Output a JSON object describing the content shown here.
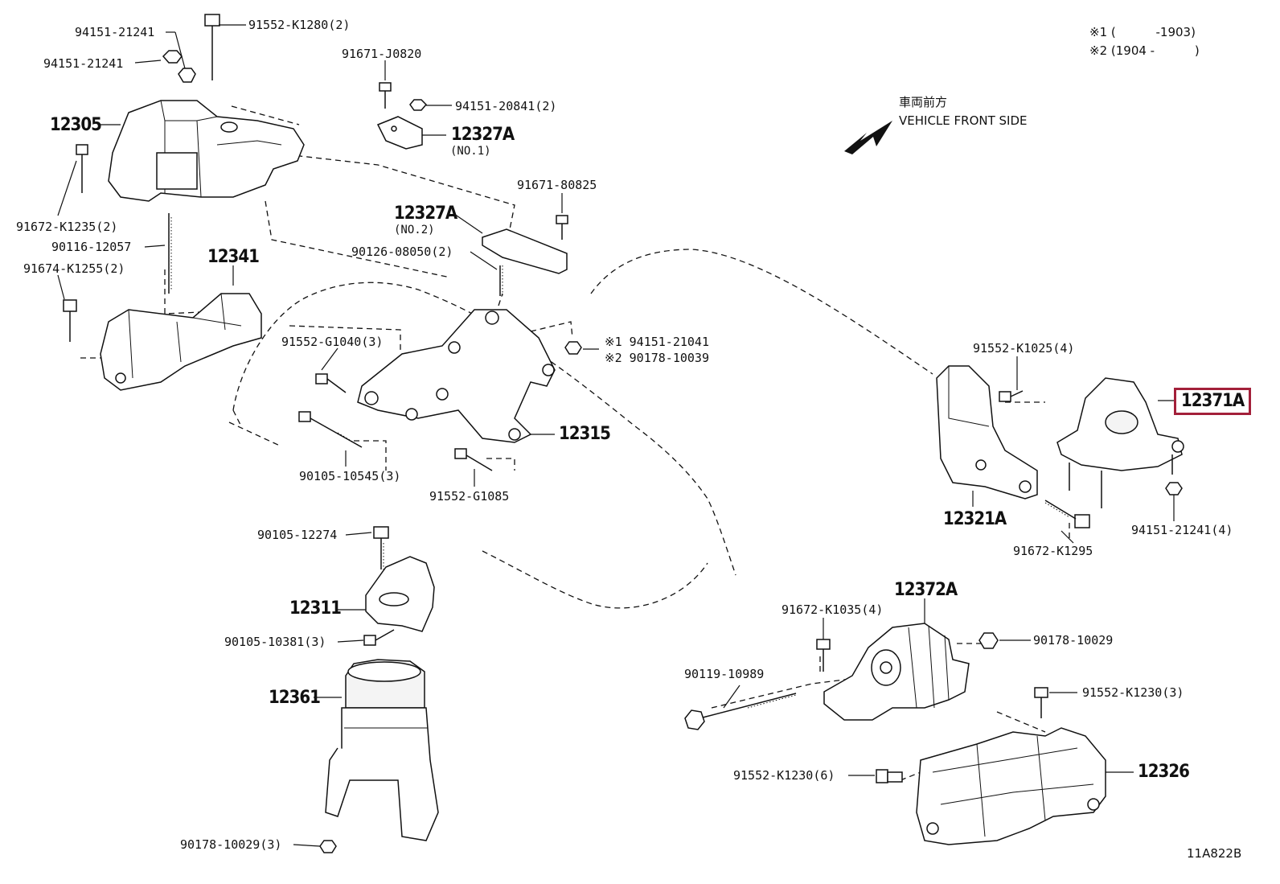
{
  "diagram": {
    "figure_code": "11A822B",
    "notes": {
      "note1": "※1 (　　　 -1903)",
      "note2": "※2 (1904 -　　　 )"
    },
    "front_side": {
      "jp": "車両前方",
      "en": "VEHICLE FRONT SIDE"
    },
    "highlight_color": "#a3203a",
    "parts": {
      "p12305": "12305",
      "p12327A_1": "12327A",
      "p12327A_1_sub": "(NO.1)",
      "p12327A_2": "12327A",
      "p12327A_2_sub": "(NO.2)",
      "p12341": "12341",
      "p12315": "12315",
      "p12311": "12311",
      "p12361": "12361",
      "p12321A": "12321A",
      "p12371A": "12371A",
      "p12372A": "12372A",
      "p12326": "12326"
    },
    "fasteners": {
      "f94151_21241_a": "94151-21241",
      "f94151_21241_b": "94151-21241",
      "f91552_K1280": "91552-K1280(2)",
      "f91671_J0820": "91671-J0820",
      "f94151_20841": "94151-20841(2)",
      "f91672_K1235": "91672-K1235(2)",
      "f90116_12057": "90116-12057",
      "f91674_K1255": "91674-K1255(2)",
      "f91671_80825": "91671-80825",
      "f90126_08050": "90126-08050(2)",
      "f91552_G1040": "91552-G1040(3)",
      "f94151_21041": "※1 94151-21041",
      "f90178_10039": "※2 90178-10039",
      "f90105_10545": "90105-10545(3)",
      "f91552_G1085": "91552-G1085",
      "f90105_12274": "90105-12274",
      "f90105_10381": "90105-10381(3)",
      "f90178_10029_3": "90178-10029(3)",
      "f91552_K1025": "91552-K1025(4)",
      "f91672_K1295": "91672-K1295",
      "f94151_21241_4": "94151-21241(4)",
      "f91672_K1035": "91672-K1035(4)",
      "f90178_10029": "90178-10029",
      "f90119_10989": "90119-10989",
      "f91552_K1230_3": "91552-K1230(3)",
      "f91552_K1230_6": "91552-K1230(6)"
    }
  }
}
